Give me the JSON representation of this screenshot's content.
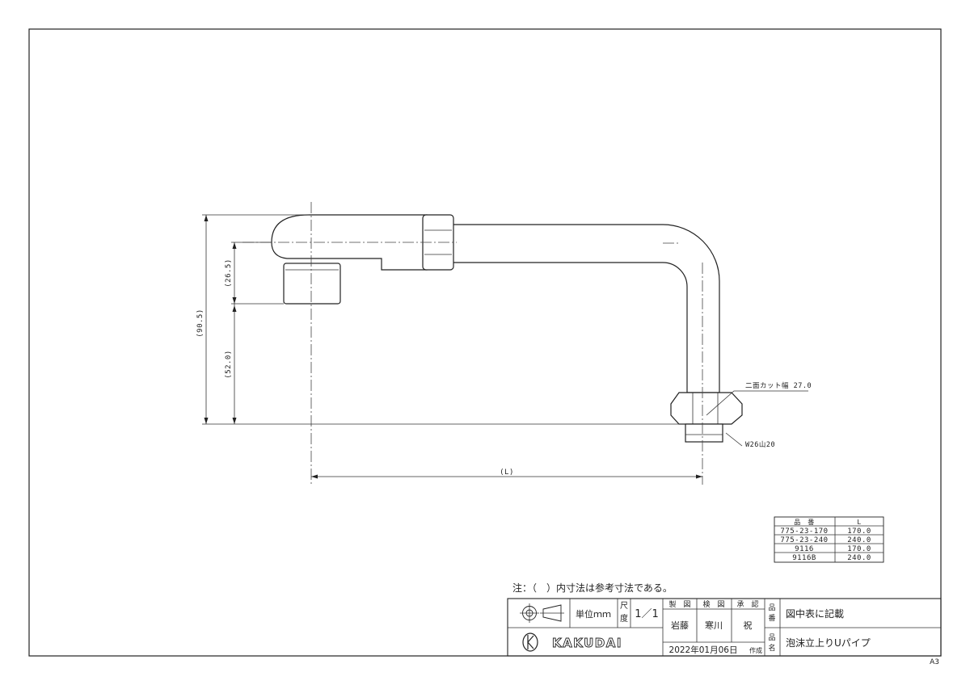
{
  "dimensions": {
    "height_total": "(90.5)",
    "upper": "(26.5)",
    "lower": "(52.0)",
    "length": "(L)",
    "wrench": "二面カット幅 27.0",
    "thread": "W26山20"
  },
  "parts_table": {
    "headers": [
      "品　番",
      "L"
    ],
    "rows": [
      [
        "775-23-170",
        "170.0"
      ],
      [
        "775-23-240",
        "240.0"
      ],
      [
        "9116",
        "170.0"
      ],
      [
        "9116B",
        "240.0"
      ]
    ]
  },
  "note": "注：（　）内寸法は参考寸法である。",
  "title_block": {
    "unit": "単位ｍｍ",
    "scale_label": [
      "尺",
      "度"
    ],
    "scale": "1／1",
    "roles": [
      "製　図",
      "検　図",
      "承　認"
    ],
    "names": [
      "岩藤",
      "寒川",
      "祝"
    ],
    "date": "2022年01月06日",
    "created": "作成",
    "part_no_label": [
      "品",
      "番"
    ],
    "part_no": "図中表に記載",
    "part_name_label": [
      "品",
      "名"
    ],
    "part_name": "泡沫立上りUパイプ",
    "brand": "KAKUDAI"
  },
  "sheet_size": "A3",
  "icons": [
    "third-angle-projection-icon",
    "kakudai-logo-icon"
  ]
}
